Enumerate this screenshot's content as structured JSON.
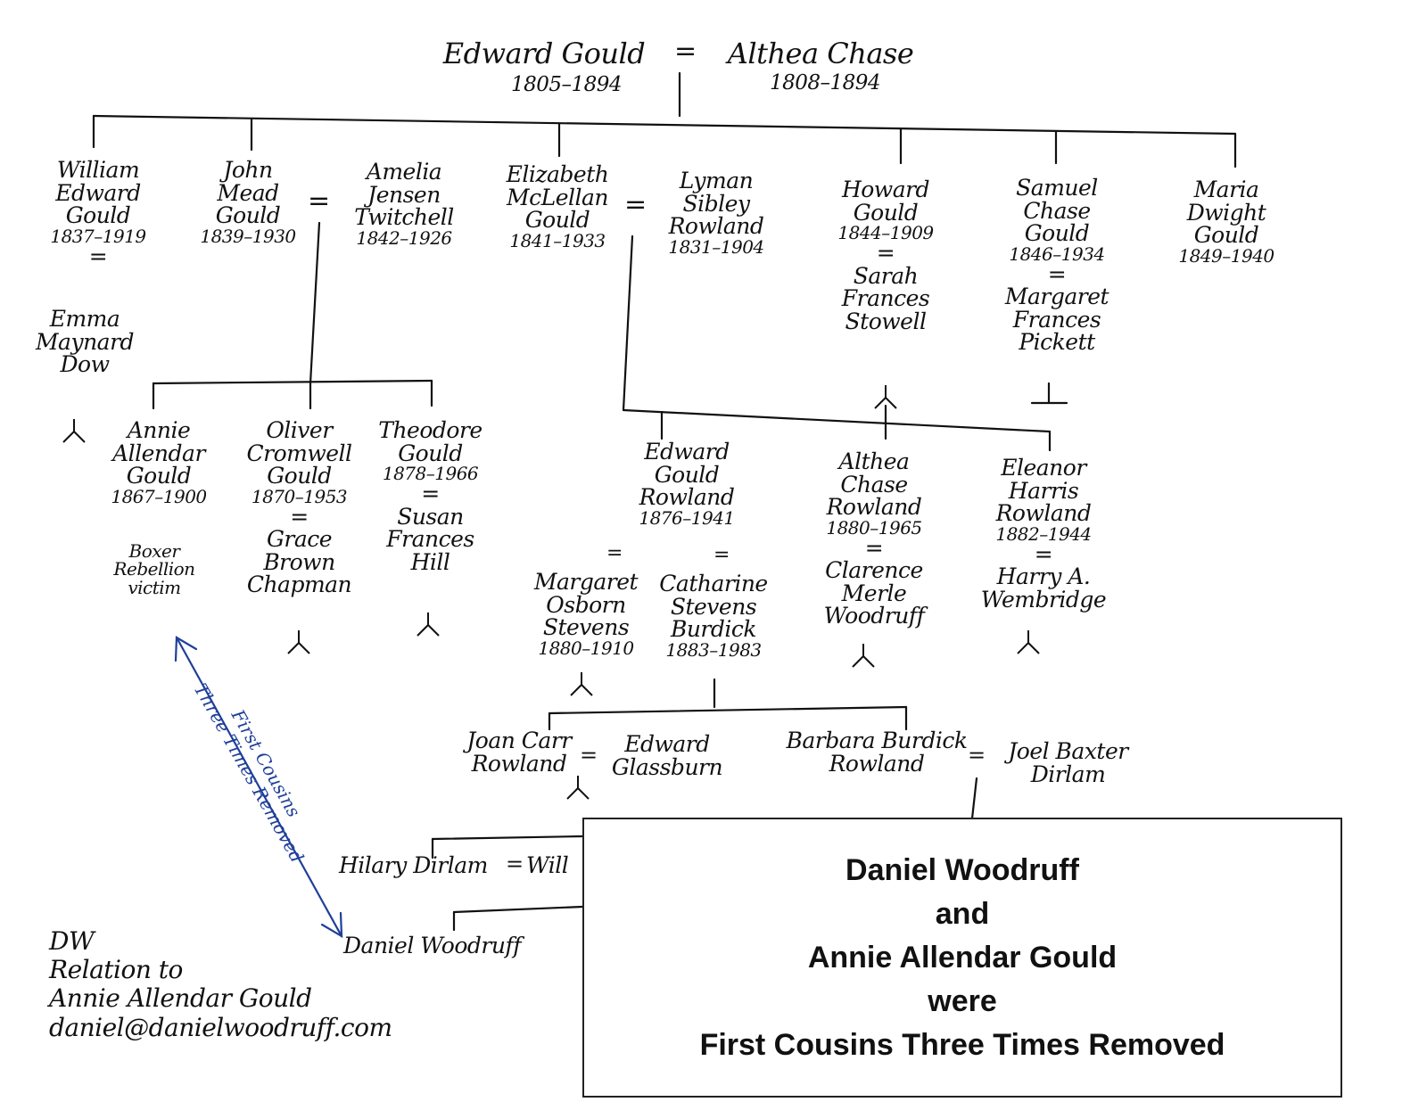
{
  "root_couple": {
    "husband": "Edward Gould",
    "husband_dates": "1805–1894",
    "wife": "Althea Chase",
    "wife_dates": "1808–1894"
  },
  "children": {
    "william": {
      "name_lines": [
        "William",
        "Edward",
        "Gould"
      ],
      "dates": "1837–1919",
      "spouse_lines": [
        "Emma",
        "Maynard",
        "Dow"
      ]
    },
    "john": {
      "name_lines": [
        "John",
        "Mead",
        "Gould"
      ],
      "dates": "1839–1930"
    },
    "amelia": {
      "name_lines": [
        "Amelia",
        "Jensen",
        "Twitchell"
      ],
      "dates": "1842–1926"
    },
    "elizabeth": {
      "name_lines": [
        "Elizabeth",
        "McLellan",
        "Gould"
      ],
      "dates": "1841–1933"
    },
    "lyman": {
      "name_lines": [
        "Lyman",
        "Sibley",
        "Rowland"
      ],
      "dates": "1831–1904"
    },
    "howard": {
      "name_lines": [
        "Howard",
        "Gould"
      ],
      "dates": "1844–1909",
      "spouse_lines": [
        "Sarah",
        "Frances",
        "Stowell"
      ]
    },
    "samuel": {
      "name_lines": [
        "Samuel",
        "Chase",
        "Gould"
      ],
      "dates": "1846–1934",
      "spouse_lines": [
        "Margaret",
        "Frances",
        "Pickett"
      ]
    },
    "maria": {
      "name_lines": [
        "Maria",
        "Dwight",
        "Gould"
      ],
      "dates": "1849–1940"
    }
  },
  "grandchildren": {
    "annie": {
      "name_lines": [
        "Annie",
        "Allendar",
        "Gould"
      ],
      "dates": "1867–1900",
      "note_lines": [
        "Boxer",
        "Rebellion",
        "victim"
      ]
    },
    "oliver": {
      "name_lines": [
        "Oliver",
        "Cromwell",
        "Gould"
      ],
      "dates": "1870–1953",
      "spouse_lines": [
        "Grace",
        "Brown",
        "Chapman"
      ]
    },
    "theodore": {
      "name_lines": [
        "Theodore",
        "Gould"
      ],
      "dates": "1878–1966",
      "spouse_lines": [
        "Susan",
        "Frances",
        "Hill"
      ]
    },
    "edward_r": {
      "name_lines": [
        "Edward",
        "Gould",
        "Rowland"
      ],
      "dates": "1876–1941"
    },
    "margaret_s": {
      "name_lines": [
        "Margaret",
        "Osborn",
        "Stevens"
      ],
      "dates": "1880–1910"
    },
    "catharine": {
      "name_lines": [
        "Catharine",
        "Stevens",
        "Burdick"
      ],
      "dates": "1883–1983"
    },
    "althea_r": {
      "name_lines": [
        "Althea",
        "Chase",
        "Rowland"
      ],
      "dates": "1880–1965",
      "spouse_lines": [
        "Clarence",
        "Merle",
        "Woodruff"
      ]
    },
    "eleanor": {
      "name_lines": [
        "Eleanor",
        "Harris",
        "Rowland"
      ],
      "dates": "1882–1944",
      "spouse_lines": [
        "Harry A.",
        "Wembridge"
      ]
    }
  },
  "great_grandchildren": {
    "joan": {
      "name_lines": [
        "Joan Carr",
        "Rowland"
      ],
      "spouse_lines": [
        "Edward",
        "Glassburn"
      ]
    },
    "barbara": {
      "name_lines": [
        "Barbara Burdick",
        "Rowland"
      ],
      "spouse_lines": [
        "Joel Baxter",
        "Dirlam"
      ]
    }
  },
  "fourth_gen": {
    "hilary": "Hilary Dirlam",
    "hilary_spouse": "Will"
  },
  "fifth_gen": {
    "daniel": "Daniel Woodruff"
  },
  "arrow_annotation": {
    "line1": "First Cousins",
    "line2": "Three Times Removed",
    "color": "#1f3f99"
  },
  "footer_note": {
    "lines": [
      "DW",
      "Relation to",
      "Annie Allendar Gould",
      "daniel@danielwoodruff.com"
    ]
  },
  "summary": {
    "lines": [
      "Daniel Woodruff",
      "and",
      "Annie Allendar Gould",
      "were",
      "First Cousins Three Times Removed"
    ]
  },
  "symbols": {
    "marriage": "="
  }
}
